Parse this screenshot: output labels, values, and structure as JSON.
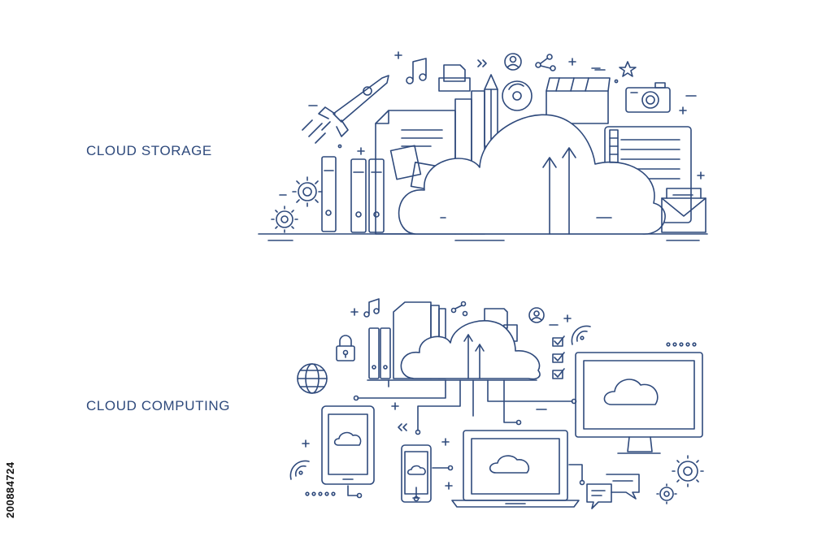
{
  "sections": {
    "storage": {
      "label": "CLOUD STORAGE"
    },
    "computing": {
      "label": "CLOUD COMPUTING"
    }
  },
  "stock_id": "200884724",
  "colors": {
    "line": "#2f4a7c",
    "text": "#2f4a7c",
    "background": "#ffffff"
  }
}
